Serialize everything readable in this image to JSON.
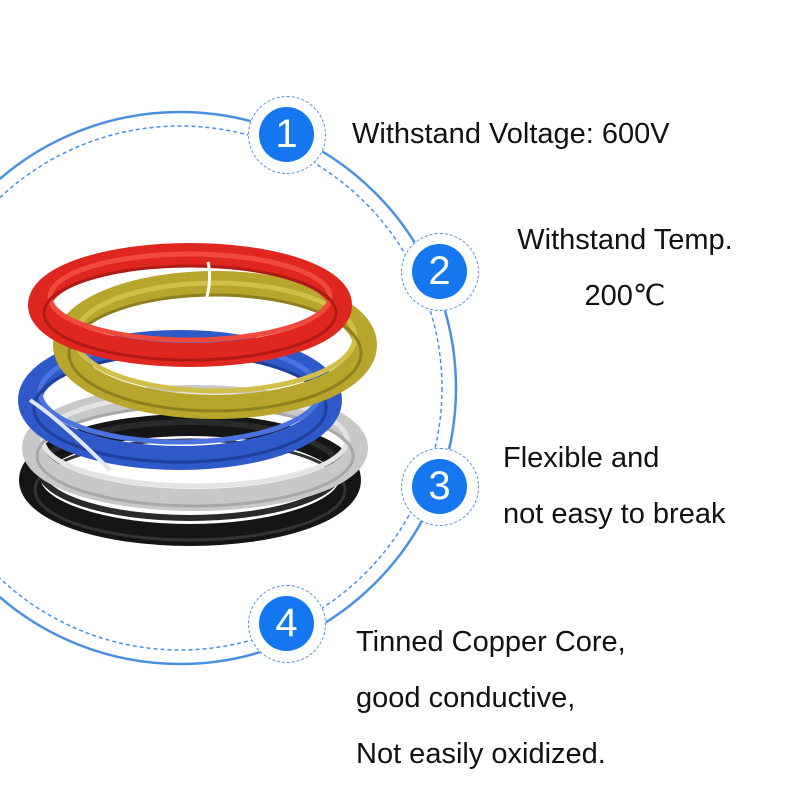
{
  "colors": {
    "accent": "#1477ef",
    "ring": "#4a90e2",
    "text": "#111111",
    "background": "#ffffff"
  },
  "features": [
    {
      "number": "1",
      "lines": [
        "Withstand Voltage: 600V"
      ]
    },
    {
      "number": "2",
      "lines": [
        "Withstand Temp.",
        "200℃"
      ]
    },
    {
      "number": "3",
      "lines": [
        "Flexible and",
        "not easy to break"
      ]
    },
    {
      "number": "4",
      "lines": [
        "Tinned Copper Core,",
        "good conductive,",
        "Not easily oxidized."
      ]
    }
  ],
  "product_image": {
    "icon": "wire-coil-bundle",
    "wire_colors": [
      "#e0271f",
      "#b8a52c",
      "#2f59c8",
      "#c8c8c8",
      "#151515"
    ]
  }
}
